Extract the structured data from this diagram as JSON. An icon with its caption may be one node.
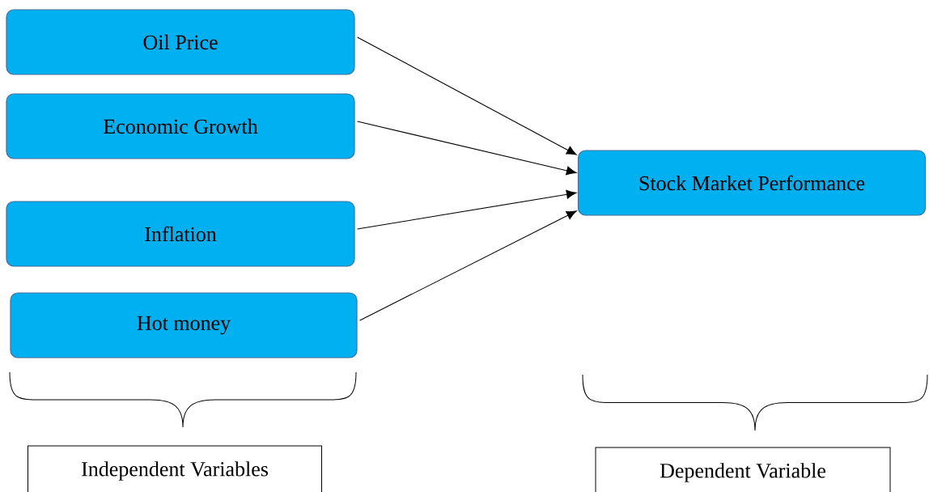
{
  "diagram": {
    "nodes": [
      {
        "text": [
          "Oil Price"
        ]
      },
      {
        "text": [
          "Economic Growth"
        ]
      },
      {
        "text": [
          "Inflation"
        ]
      },
      {
        "text": [
          "Hot money"
        ]
      },
      {
        "text": [
          "Stock Market Performance"
        ]
      },
      {
        "text": [
          "Independent Variables"
        ]
      },
      {
        "text": [
          "Dependent Variable"
        ]
      }
    ],
    "edges": [
      {
        "from": 0,
        "to": 4,
        "arrow": "to"
      },
      {
        "from": 1,
        "to": 4,
        "arrow": "to"
      },
      {
        "from": 2,
        "to": 4,
        "arrow": "to"
      },
      {
        "from": 3,
        "to": 4,
        "arrow": "to"
      }
    ]
  }
}
